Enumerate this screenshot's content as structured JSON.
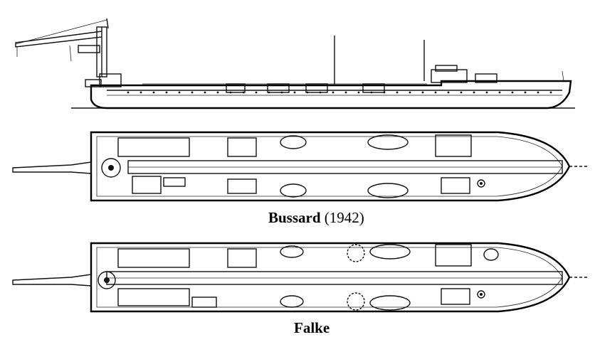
{
  "figure": {
    "caption_1_name": "Bussard",
    "caption_1_year": "(1942)",
    "caption_2_name": "Falke"
  },
  "drawings": {
    "elevation": "ship-side-elevation",
    "plan_1": "bussard-deck-plan",
    "plan_2": "falke-deck-plan"
  }
}
